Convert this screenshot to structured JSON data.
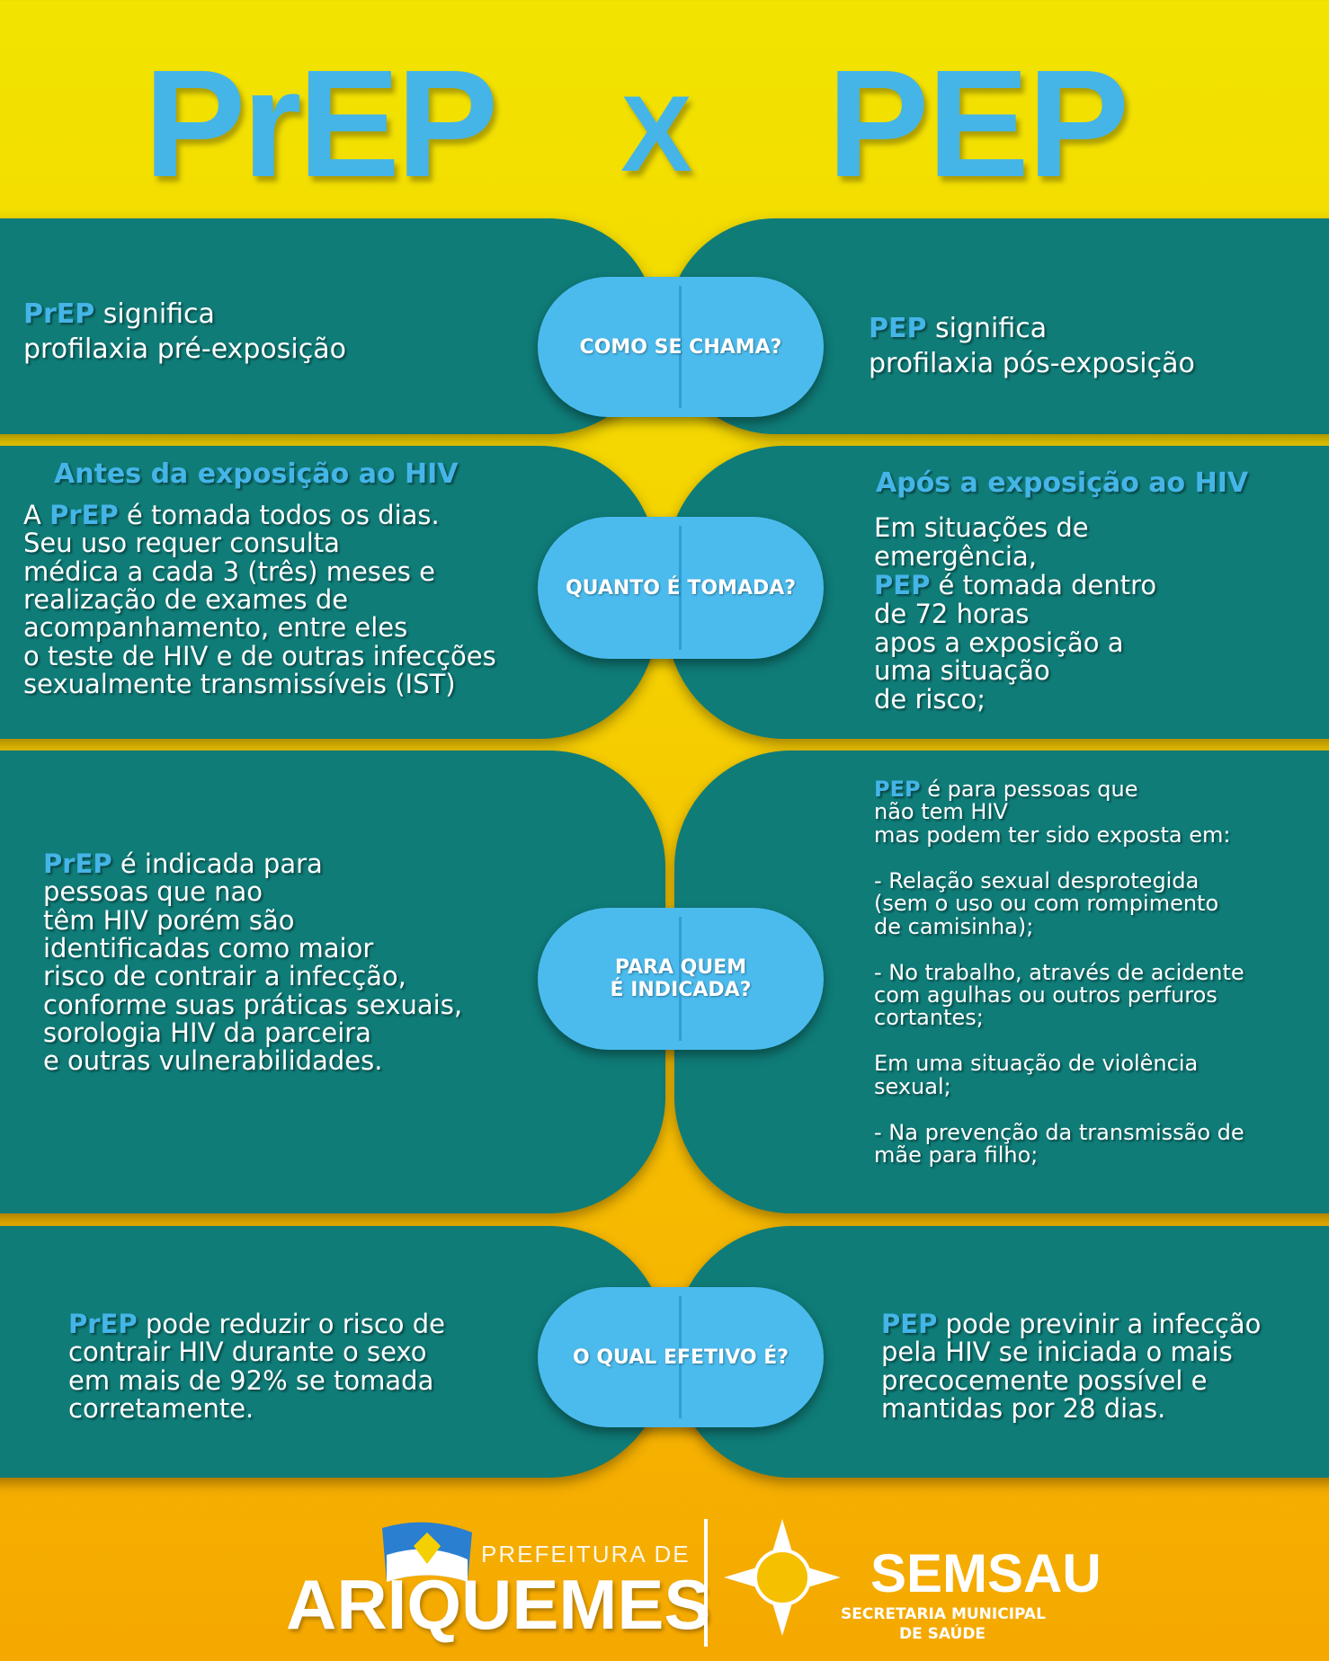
{
  "title": {
    "left": "PrEP",
    "x": "X",
    "right": "PEP"
  },
  "rows": [
    {
      "question": "COMO SE CHAMA?",
      "left": {
        "highlight": "PrEP",
        "text": " significa\nprofilaxia pré-exposição"
      },
      "right": {
        "highlight": "PEP",
        "text": " significa\nprofilaxia pós-exposição"
      }
    },
    {
      "question": "QUANTO É TOMADA?",
      "left": {
        "heading": "Antes da exposição ao HIV",
        "prefix": "A ",
        "highlight": "PrEP",
        "text": " é tomada todos os dias.\nSeu uso requer consulta\nmédica a cada 3 (três) meses e\nrealização de exames de\nacompanhamento, entre eles\no teste de HIV e de outras infecções\nsexualmente transmissíveis (IST)"
      },
      "right": {
        "heading": "Após a exposição ao HIV",
        "prefix": "Em situações de\nemergência,\n",
        "highlight": "PEP",
        "text": " é tomada dentro\nde 72 horas\napos a exposição a\numa situação\nde risco;"
      }
    },
    {
      "question": "PARA QUEM\nÉ INDICADA?",
      "left": {
        "highlight": "PrEP",
        "text": " é indicada para\npessoas que nao\n têm HIV porém são\nidentificadas como maior\nrisco de contrair a infecção,\nconforme suas práticas sexuais,\nsorologia HIV da parceira\ne outras vulnerabilidades."
      },
      "right": {
        "highlight": "PEP",
        "text": " é para pessoas que\nnão tem HIV\nmas podem ter sido exposta em:\n\n- Relação sexual desprotegida\n(sem o uso ou com rompimento\nde camisinha);\n\n- No trabalho, através de acidente\ncom agulhas ou outros perfuros\ncortantes;\n\nEm uma situação de violência\nsexual;\n\n- Na prevenção da transmissão de\nmãe para filho;"
      }
    },
    {
      "question": "O QUAL EFETIVO É?",
      "left": {
        "highlight": "PrEP",
        "text": " pode reduzir o risco de\ncontrair HIV durante o sexo\nem mais de 92% se tomada\ncorretamente."
      },
      "right": {
        "highlight": "PEP",
        "text": " pode previnir a infecção\npela HIV se iniciada o mais\nprecocemente possível e\nmantidas por 28 dias."
      }
    }
  ],
  "footer": {
    "prefeitura_small": "PREFEITURA DE",
    "prefeitura_big": "ARIQUEMES",
    "semsau": "SEMSAU",
    "semsau_sub1": "SECRETARIA MUNICIPAL",
    "semsau_sub2": "DE SAÚDE"
  },
  "colors": {
    "teal": "#0f7c78",
    "blue": "#45b5e8",
    "yellow": "#f5d000"
  }
}
